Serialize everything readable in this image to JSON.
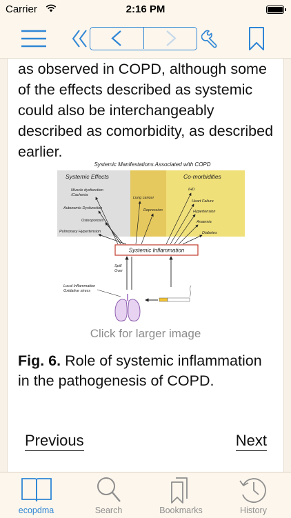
{
  "status_bar": {
    "carrier": "Carrier",
    "time": "2:16 PM"
  },
  "toolbar": {
    "icons": [
      "menu-icon",
      "double-chevron-left-icon",
      "chevron-left-icon",
      "chevron-right-icon",
      "wrench-icon",
      "bookmark-icon"
    ],
    "accent_color": "#2f86d6"
  },
  "content": {
    "body_text": "as observed in COPD, although some of the effects described as systemic could also be interchangeably described as comorbidity, as described earlier.",
    "figure": {
      "title": "Systemic Manifestations Associated with COPD",
      "left_panel_title": "Systemic Effects",
      "right_panel_title": "Co-morbidities",
      "systemic_effects": [
        "Muscle dysfunction",
        "/Cachexia",
        "Autonomic Dysfunction",
        "Osteoporosis",
        "Pulmonary Hypertension"
      ],
      "middle_items": [
        "Lung cancer",
        "Depression"
      ],
      "comorbidities": [
        "IHD",
        "Heart Failure",
        "Hypertension",
        "Anaemia",
        "Diabetes"
      ],
      "center_box": "Systemic Inflammation",
      "spill_over": [
        "Spill",
        "Over"
      ],
      "local_inflammation": [
        "Local Inflammation",
        "Oxidative stress"
      ]
    },
    "larger_image_link": "Click for larger image",
    "caption_label": "Fig. 6.",
    "caption_text": " Role of systemic inflammation in the pathogenesis of COPD.",
    "previous_label": "Previous",
    "next_label": "Next"
  },
  "tabbar": {
    "tabs": [
      {
        "label": "ecopdma",
        "icon": "book-icon",
        "active": true
      },
      {
        "label": "Search",
        "icon": "search-icon",
        "active": false
      },
      {
        "label": "Bookmarks",
        "icon": "bookmarks-icon",
        "active": false
      },
      {
        "label": "History",
        "icon": "history-icon",
        "active": false
      }
    ]
  }
}
